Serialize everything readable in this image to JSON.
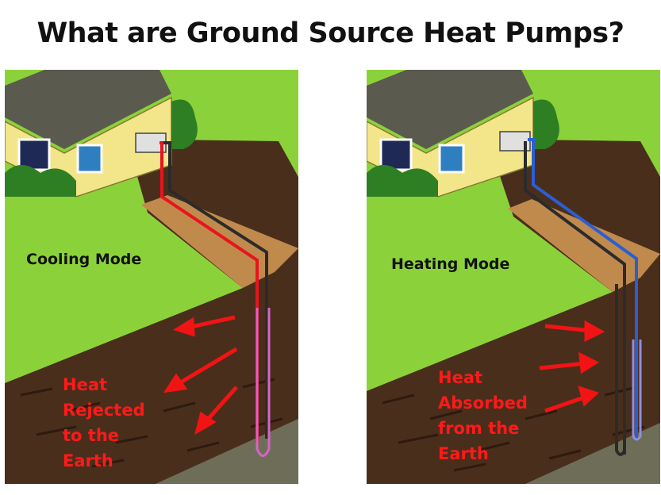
{
  "title": "What are Ground Source Heat Pumps?",
  "panels": [
    {
      "mode_label": "Cooling Mode",
      "heat_lines": [
        "Heat",
        "Rejected",
        "to the",
        "Earth"
      ],
      "pipe_color": "#e8141e",
      "loop_color": "#d864c8",
      "arrow_direction": "outward"
    },
    {
      "mode_label": "Heating Mode",
      "heat_lines": [
        "Heat",
        "Absorbed",
        "from the",
        "Earth"
      ],
      "pipe_color": "#2a5fd4",
      "loop_color": "#8f8fe0",
      "arrow_direction": "inward"
    }
  ],
  "colors": {
    "grass": "#8bd23a",
    "soil": "#4a2e1c",
    "trench": "#c08a4c",
    "rock": "#6e6e58",
    "house_wall": "#f3e58a",
    "roof": "#5b5a4e",
    "arrow": "#f21414",
    "heat_text": "#ff1a1a"
  }
}
